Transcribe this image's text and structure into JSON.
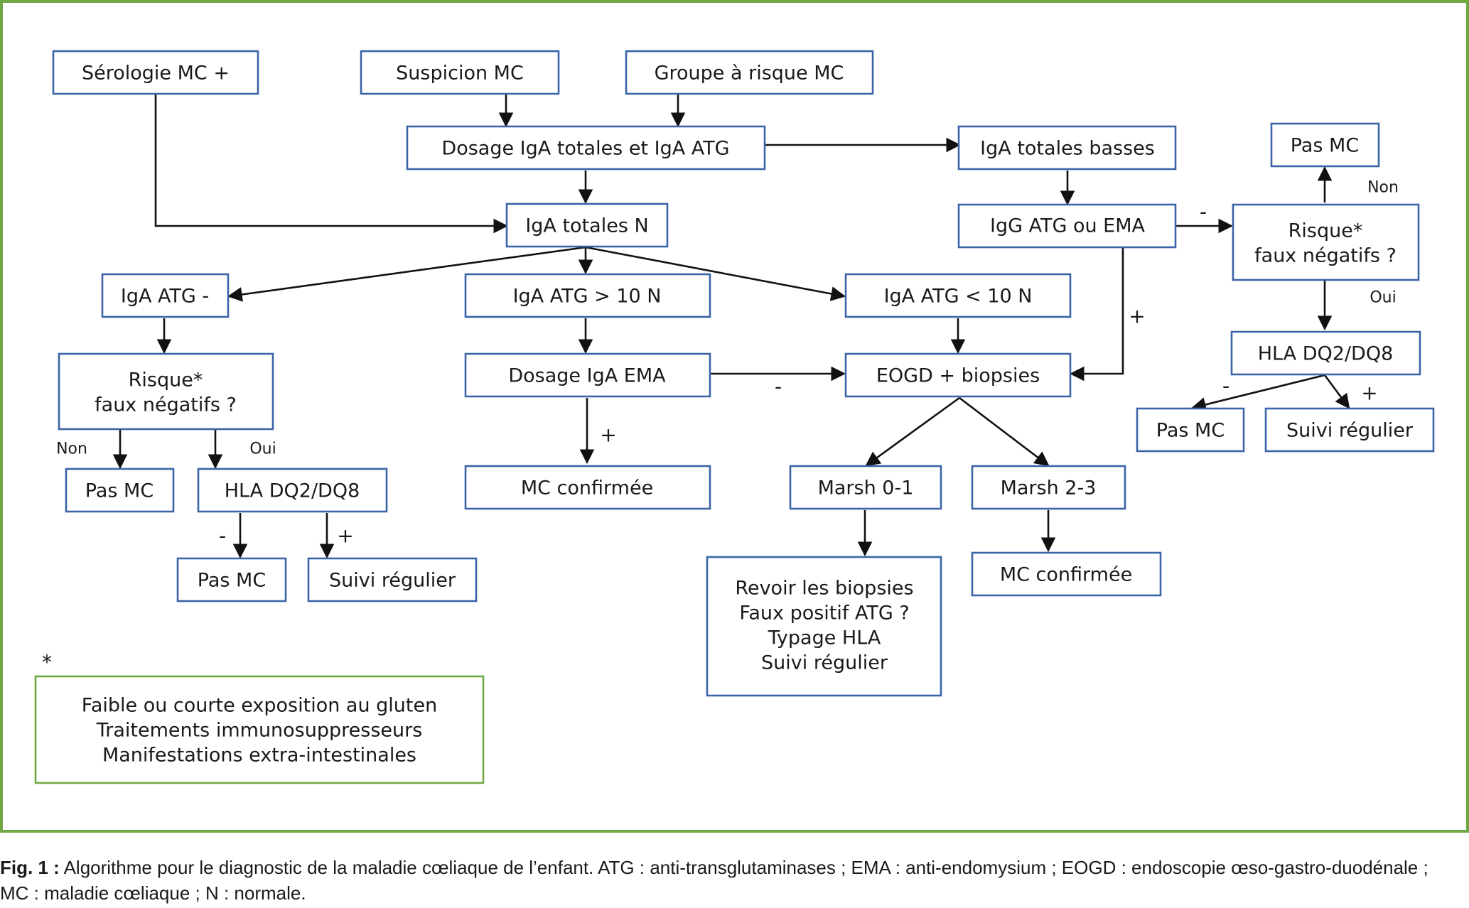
{
  "colors": {
    "frame": "#70a844",
    "box": "#3c64a8",
    "arrow": "#111111",
    "text": "#1a1a1a"
  },
  "nodes": {
    "serologie": "Sérologie MC +",
    "suspicion": "Suspicion MC",
    "groupe_risque": "Groupe à risque MC",
    "dosage_iga_totales": "Dosage IgA totales et IgA ATG",
    "iga_totales_basses": "IgA totales basses",
    "iga_totales_n": "IgA totales N",
    "igg_atg_ema": "IgG ATG ou EMA",
    "pas_mc_top_right": "Pas MC",
    "risque_right": [
      "Risque*",
      "faux négatifs ?"
    ],
    "iga_atg_neg": "IgA ATG -",
    "iga_atg_gt10": "IgA ATG > 10 N",
    "iga_atg_lt10": "IgA ATG < 10 N",
    "hla_right": "HLA DQ2/DQ8",
    "risque_left": [
      "Risque*",
      "faux négatifs ?"
    ],
    "dosage_iga_ema": "Dosage IgA EMA",
    "eogd": "EOGD + biopsies",
    "pas_mc_right": "Pas MC",
    "suivi_right": "Suivi régulier",
    "pas_mc_left": "Pas MC",
    "hla_left": "HLA DQ2/DQ8",
    "mc_confirmee_mid": "MC confirmée",
    "marsh01": "Marsh 0-1",
    "marsh23": "Marsh 2-3",
    "pas_mc_bottom": "Pas MC",
    "suivi_bottom": "Suivi régulier",
    "revoir": [
      "Revoir les biopsies",
      "Faux positif ATG ?",
      "Typage HLA",
      "Suivi régulier"
    ],
    "mc_confirmee_right": "MC confirmée"
  },
  "labels": {
    "non": "Non",
    "oui": "Oui",
    "plus": "+",
    "minus": "-",
    "asterisk": "*"
  },
  "footnote": [
    "Faible ou courte exposition au gluten",
    "Traitements immunosuppresseurs",
    "Manifestations extra-intestinales"
  ],
  "caption": {
    "prefix": "Fig. 1 :",
    "line1": "Algorithme pour le diagnostic de la maladie cœliaque de l’enfant. ATG : anti-transglutaminases ; EMA : anti-endomysium ; EOGD : endoscopie œso-gastro-duodénale ;",
    "line2": "MC : maladie cœliaque ; N : normale."
  }
}
